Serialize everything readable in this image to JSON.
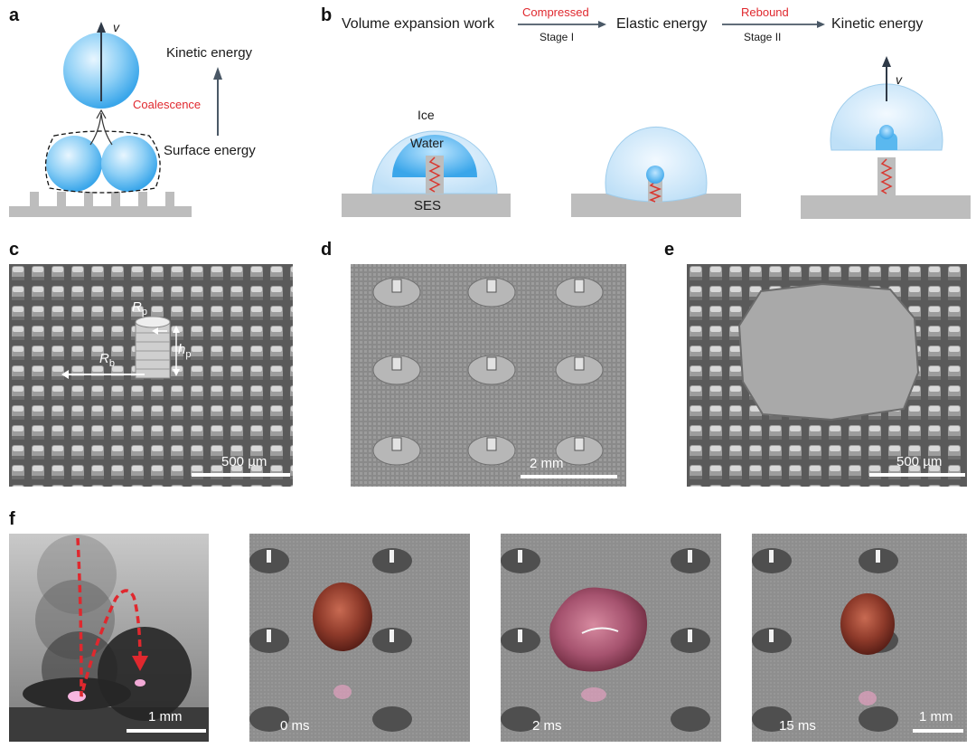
{
  "panel_labels": {
    "a": "a",
    "b": "b",
    "c": "c",
    "d": "d",
    "e": "e",
    "f": "f"
  },
  "panel_a": {
    "velocity": "v",
    "kinetic": "Kinetic energy",
    "process": "Coalescence",
    "surface": "Surface energy"
  },
  "panel_b": {
    "stage_start": "Volume expansion work",
    "arrow1_top": "Compressed",
    "arrow1_bottom": "Stage I",
    "stage_mid": "Elastic energy",
    "arrow2_top": "Rebound",
    "arrow2_bottom": "Stage II",
    "stage_end": "Kinetic energy",
    "ice": "Ice",
    "water": "Water",
    "substrate": "SES",
    "velocity": "v"
  },
  "panel_c": {
    "rp": "R",
    "rp_sub": "p",
    "hp": "h",
    "hp_sub": "p",
    "rb": "R",
    "rb_sub": "b",
    "scale": "500 µm"
  },
  "panel_d": {
    "scale": "2 mm"
  },
  "panel_e": {
    "scale": "500 µm"
  },
  "panel_f": {
    "scale1": "1 mm",
    "t0": "0 ms",
    "t1": "2 ms",
    "t2": "15 ms",
    "scale2": "1 mm"
  },
  "colors": {
    "drop_blue": "#5ab8ef",
    "ice_blue": "#cfe9fb",
    "substrate_gray": "#bdbdbd",
    "accent_red": "#e0282e",
    "spring_red": "#d9372f"
  }
}
